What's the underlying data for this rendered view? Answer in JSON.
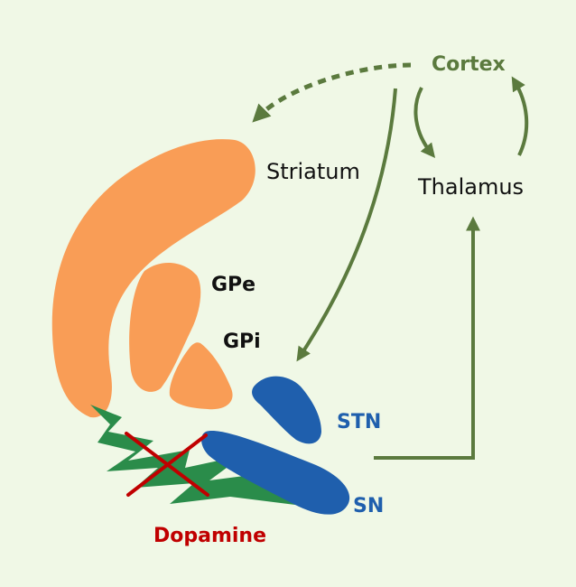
{
  "labels": {
    "cortex": "Cortex",
    "striatum": "Striatum",
    "thalamus": "Thalamus",
    "gpe": "GPe",
    "gpi": "GPi",
    "stn": "STN",
    "sn": "SN",
    "dopamine": "Dopamine"
  },
  "colors": {
    "background": "#f0f8e6",
    "striatum": "#f99d56",
    "globus_pallidus": "#f99d56",
    "blue_nuclei": "#1f5fad",
    "dopamine_bolt": "#2a8c4a",
    "arrow": "#5b7a3e",
    "cortex_text": "#5b7a3e",
    "nucleus_text": "#1f5fad",
    "dopamine_text": "#c00000",
    "cross": "#c00000",
    "text": "#111111"
  },
  "icons": {
    "blocked_pathway": "red-x-icon"
  }
}
